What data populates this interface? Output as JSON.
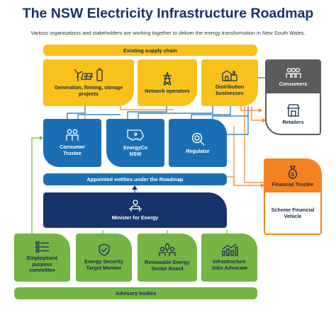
{
  "header": {
    "title": "The NSW Electricity Infrastructure Roadmap",
    "subtitle": "Various organisations and stakeholders are working together to deliver the energy transformation in New South Wales."
  },
  "bars": {
    "supply_chain": "Existing supply chain",
    "appointed": "Appointed entities under the Roadmap",
    "advisory": "Advisory bodies"
  },
  "supply_boxes": {
    "generation": "Generation, firming, storage projects",
    "network": "Network operators",
    "distribution": "Distribution businesses"
  },
  "consumer_panel": {
    "consumers": "Consumers",
    "retailers": "Retailers"
  },
  "entities": {
    "consumer_trustee": "Consumer Trustee",
    "energyco": "EnergyCo NSW",
    "regulator": "Regulator"
  },
  "finance_panel": {
    "financial_trustee": "Financial Trustee",
    "scheme_vehicle": "Scheme Financial Vehicle"
  },
  "minister": "Minister for Energy",
  "advisory_boxes": {
    "employment": "Employment purpose committee",
    "security": "Energy Security Target Monitor",
    "renewable": "Renewable Energy Sector Board",
    "jobs": "Infrastructure Jobs Advocate"
  },
  "colors": {
    "navy": "#16336b",
    "blue": "#1a6fb4",
    "yellow": "#f9c21a",
    "green": "#73b443",
    "orange": "#f58220",
    "grey": "#5b5b5b"
  }
}
